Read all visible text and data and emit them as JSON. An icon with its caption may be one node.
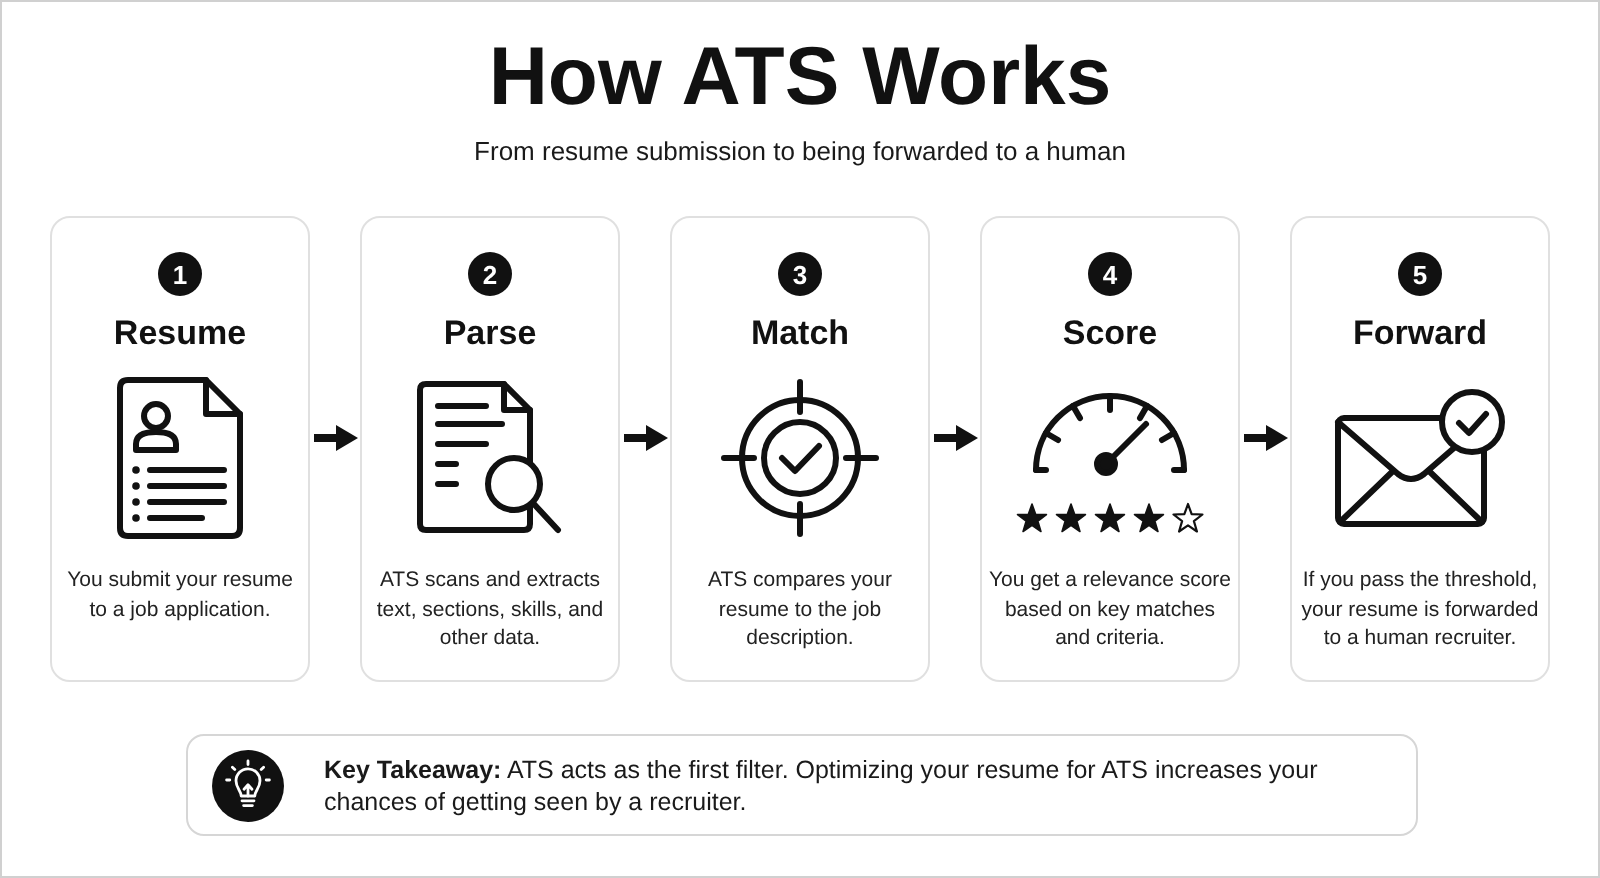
{
  "diagram": {
    "title": "How ATS Works",
    "nodes": [
      {
        "text": [
          "Resume",
          "You submit your resume to a job application."
        ]
      },
      {
        "text": [
          "1"
        ],
        "in": 0
      },
      {
        "text": [
          "Parse",
          "ATS scans and extracts text, sections, skills, and other data."
        ]
      },
      {
        "text": [
          "2"
        ],
        "in": 2
      },
      {
        "text": [
          "Match",
          "ATS compares your resume to the job description."
        ]
      },
      {
        "text": [
          "3"
        ],
        "in": 4
      },
      {
        "text": [
          "Score",
          "You get a relevance score based on key matches and criteria."
        ]
      },
      {
        "text": [
          "4"
        ],
        "in": 6
      },
      {
        "text": [
          "Forward",
          "If you pass the threshold, your resume is forwarded to a human recruiter."
        ]
      },
      {
        "text": [
          "5"
        ],
        "in": 8
      },
      {
        "text": [
          "**Key Takeaway:** ATS acts as the first filter. Optimizing your resume for ATS increases your chances of getting seen by a recruiter."
        ]
      }
    ],
    "edges": [
      {
        "from": 0,
        "to": 2,
        "arrow": "to"
      },
      {
        "from": 2,
        "to": 4,
        "arrow": "to"
      },
      {
        "from": 4,
        "to": 6,
        "arrow": "to"
      },
      {
        "from": 6,
        "to": 8,
        "arrow": "to"
      }
    ],
    "labels": [
      "From resume submission to being forwarded to a human"
    ]
  }
}
